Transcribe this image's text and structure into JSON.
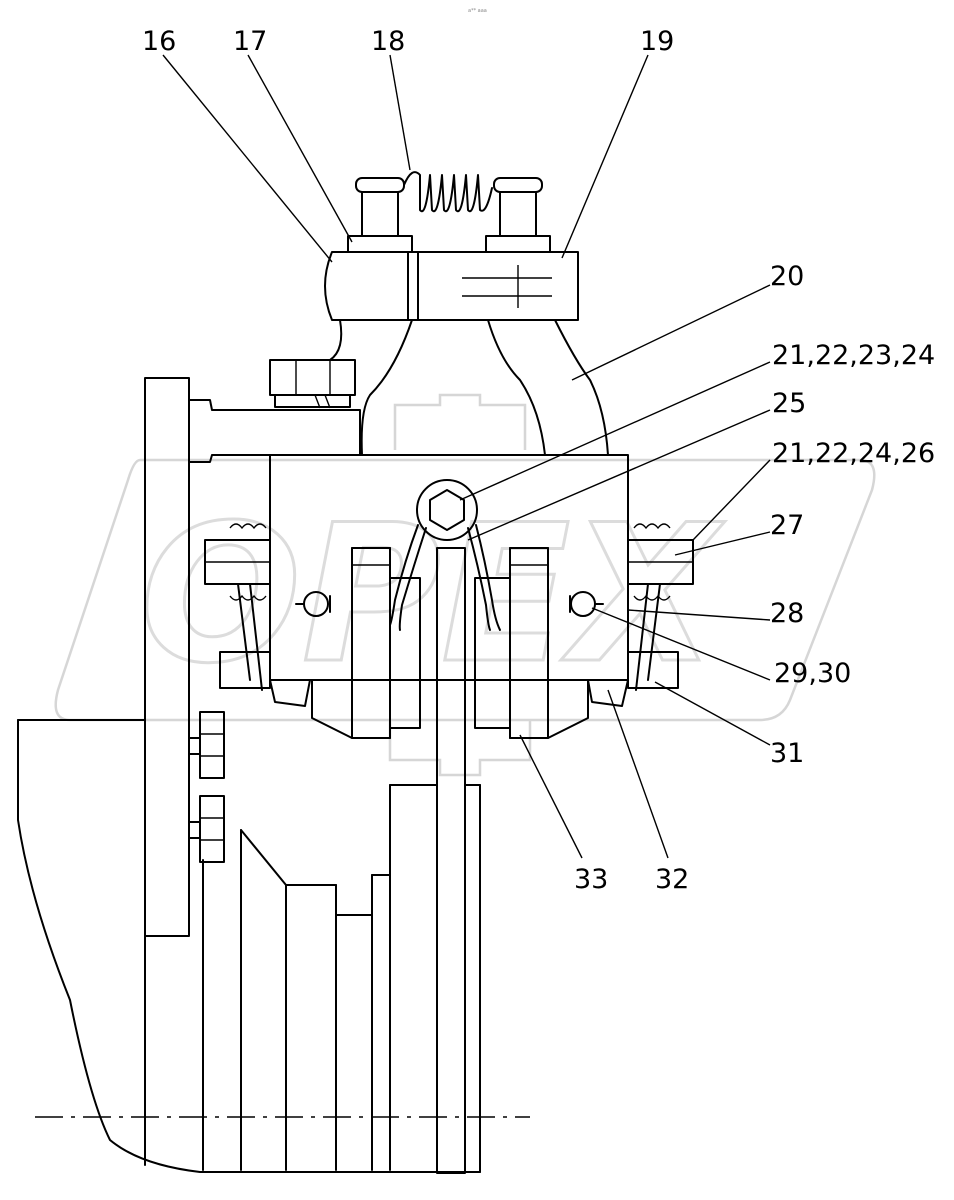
{
  "watermark": {
    "text": "OPEX"
  },
  "corner_mark": "a** aaa",
  "callouts": {
    "c16": "16",
    "c17": "17",
    "c18": "18",
    "c19": "19",
    "c20": "20",
    "c21_22_23_24": "21,22,23,24",
    "c25": "25",
    "c21_22_24_26": "21,22,24,26",
    "c27": "27",
    "c28": "28",
    "c29_30": "29,30",
    "c31": "31",
    "c32": "32",
    "c33": "33"
  }
}
